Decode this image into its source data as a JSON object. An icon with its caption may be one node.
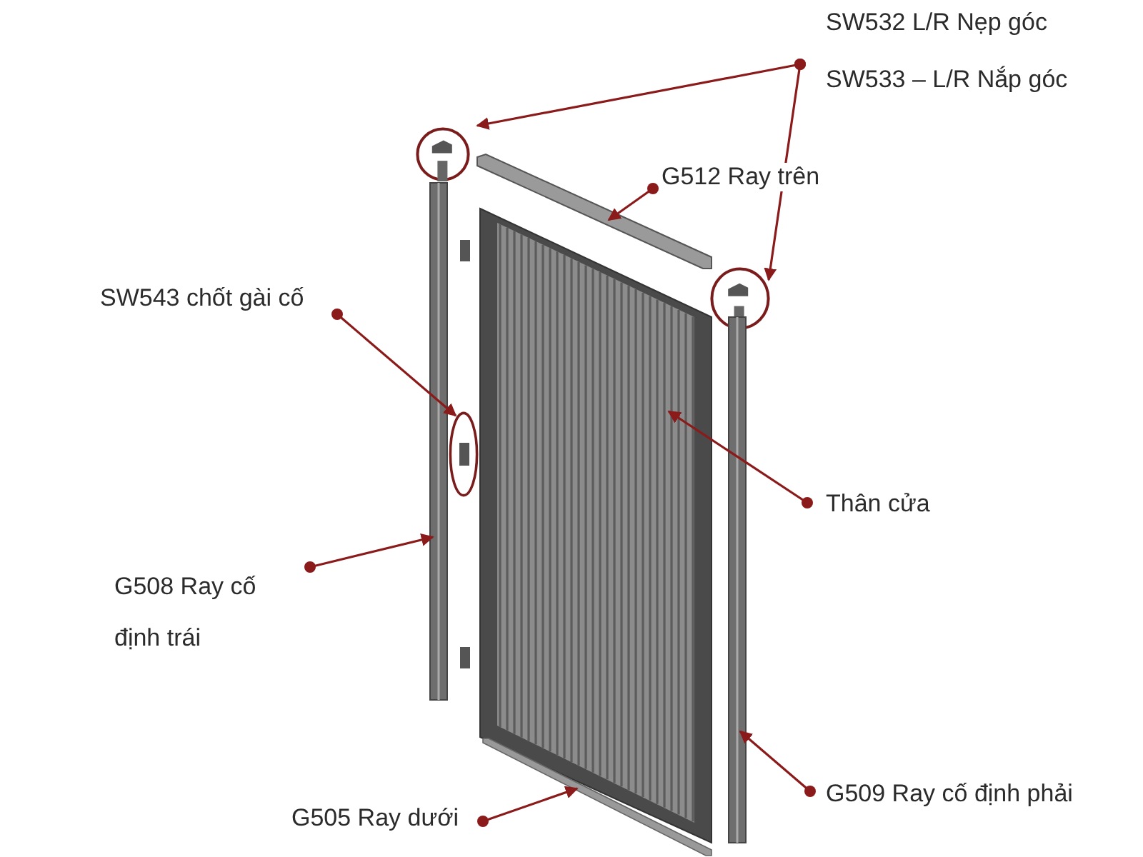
{
  "diagram": {
    "nodes": [
      {
        "text": [
          "SW532 L/R Nẹp góc",
          "SW533 – L/R Nắp góc"
        ]
      },
      {
        "text": [],
        "shape": "circle"
      },
      {
        "text": [],
        "shape": "circle"
      },
      {
        "text": [
          "G512 Ray trên"
        ]
      },
      {
        "text": [],
        "shape": "bar"
      },
      {
        "text": [
          "SW543 chốt gài cố"
        ]
      },
      {
        "text": [],
        "shape": "circle"
      },
      {
        "text": [
          "Thân cửa"
        ]
      },
      {
        "text": [],
        "shape": "picture"
      },
      {
        "text": [
          "G508 Ray cố định trái"
        ]
      },
      {
        "text": [],
        "shape": "bar"
      },
      {
        "text": [
          "G509 Ray cố định phải"
        ]
      },
      {
        "text": [],
        "shape": "bar"
      },
      {
        "text": [
          "G505 Ray dưới"
        ]
      },
      {
        "text": [],
        "shape": "bar"
      }
    ],
    "edges": [
      {
        "from": 0,
        "to": 1,
        "arrow": "to"
      },
      {
        "from": 0,
        "to": 2,
        "arrow": "to"
      },
      {
        "from": 3,
        "to": 4,
        "arrow": "to"
      },
      {
        "from": 5,
        "to": 6,
        "arrow": "to"
      },
      {
        "from": 7,
        "to": 8,
        "arrow": "to"
      },
      {
        "from": 9,
        "to": 10,
        "arrow": "to"
      },
      {
        "from": 11,
        "to": 12,
        "arrow": "to"
      },
      {
        "from": 13,
        "to": 14,
        "arrow": "to"
      }
    ]
  }
}
